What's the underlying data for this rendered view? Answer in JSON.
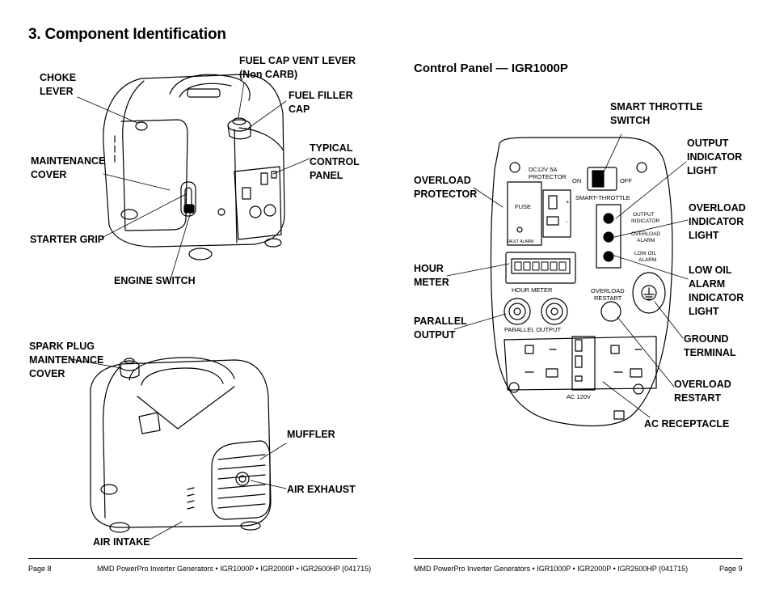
{
  "page": {
    "title": "3. Component Identification",
    "subtitle": "Control Panel — IGR1000P"
  },
  "left_labels": {
    "choke_lever": "CHOKE\nLEVER",
    "fuel_cap_vent": "FUEL CAP VENT LEVER\n(Non CARB)",
    "fuel_filler_cap": "FUEL FILLER\nCAP",
    "maintenance_cover": "MAINTENANCE\nCOVER",
    "typical_control_panel": "TYPICAL\nCONTROL\nPANEL",
    "starter_grip": "STARTER GRIP",
    "engine_switch": "ENGINE SWITCH",
    "spark_plug_cover": "SPARK PLUG\nMAINTENANCE\nCOVER",
    "muffler": "MUFFLER",
    "air_exhaust": "AIR EXHAUST",
    "air_intake": "AIR INTAKE"
  },
  "right_labels": {
    "smart_throttle_switch": "SMART THROTTLE\nSWITCH",
    "output_indicator_light": "OUTPUT\nINDICATOR\nLIGHT",
    "overload_protector": "OVERLOAD\nPROTECTOR",
    "overload_indicator_light": "OVERLOAD\nINDICATOR\nLIGHT",
    "hour_meter": "HOUR\nMETER",
    "low_oil_alarm_light": "LOW OIL\nALARM\nINDICATOR\nLIGHT",
    "parallel_output": "PARALLEL\nOUTPUT",
    "ground_terminal": "GROUND\nTERMINAL",
    "overload_restart": "OVERLOAD\nRESTART",
    "ac_receptacle": "AC RECEPTACLE"
  },
  "panel_text": {
    "protector": "DC12V 5A\nPROTECTOR",
    "on": "ON",
    "off": "OFF",
    "smart_throttle": "SMART-THROTTLE",
    "fuse": "FUSE",
    "fault_alarm": "FAULT ALARM",
    "plus": "+",
    "minus": "-",
    "output_indicator": "OUTPUT\nINDICATOR",
    "overload_alarm": "OVERLOAD\nALARM",
    "low_oil_alarm": "LOW OIL\nALARM",
    "hour_meter": "HOUR METER",
    "overload_restart": "OVERLOAD\nRESTART",
    "parallel_output": "PARALLEL OUTPUT",
    "ac_120v": "AC 120V"
  },
  "footer": {
    "left_page": "Page 8",
    "left_doc": "MMD PowerPro Inverter Generators  •  IGR1000P  •  IGR2000P  •  IGR2600HP (041715)",
    "right_doc": "MMD PowerPro Inverter Generators  •  IGR1000P  •  IGR2000P  •  IGR2600HP (041715)",
    "right_page": "Page 9"
  }
}
